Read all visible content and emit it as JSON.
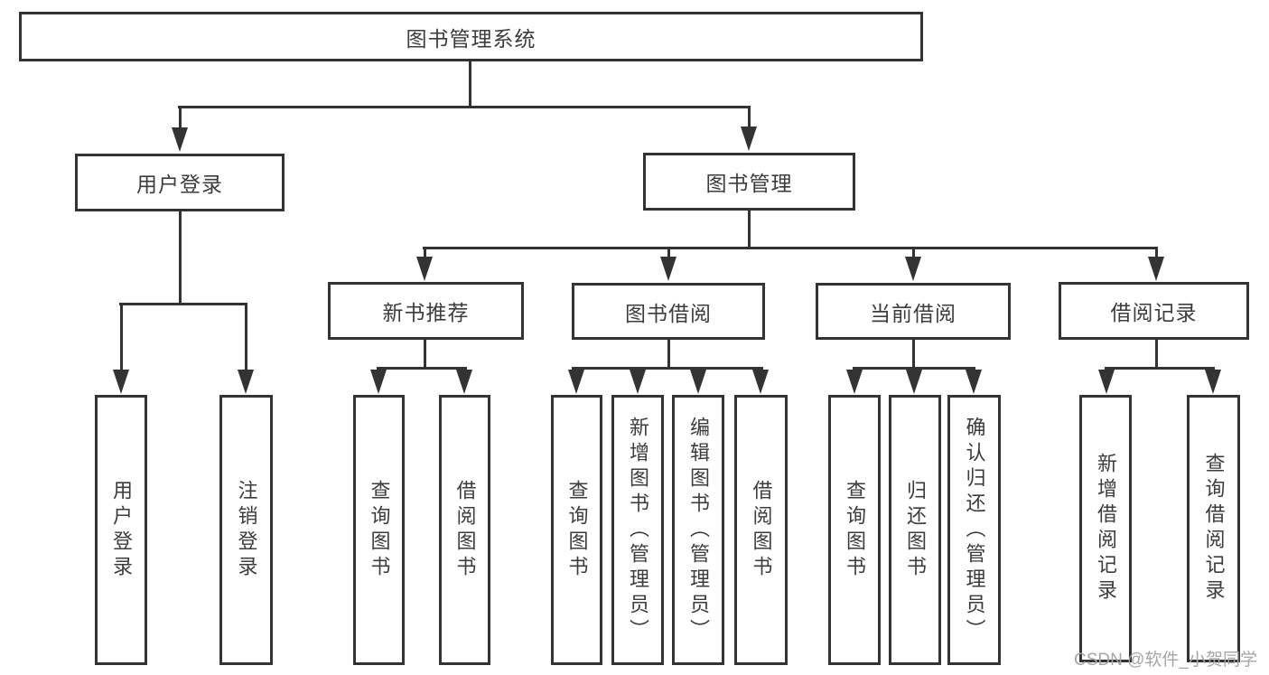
{
  "diagram": {
    "title": "图书管理系统",
    "level2": [
      "用户登录",
      "图书管理"
    ],
    "level3": [
      "新书推荐",
      "图书借阅",
      "当前借阅",
      "借阅记录"
    ],
    "leaves": {
      "user": [
        "用户登录",
        "注销登录"
      ],
      "newbook": [
        "查询图书",
        "借阅图书"
      ],
      "borrow": [
        "查询图书",
        "新增图书（管理员）",
        "编辑图书（管理员）",
        "借阅图书"
      ],
      "current": [
        "查询图书",
        "归还图书",
        "确认归还（管理员）"
      ],
      "record": [
        "新增借阅记录",
        "查询借阅记录"
      ]
    }
  },
  "watermark": "CSDN @软件_小贺同学",
  "colors": {
    "line": "#333333",
    "text": "#3c3c3c",
    "watermark": "#a6a6a6",
    "background": "#ffffff"
  }
}
